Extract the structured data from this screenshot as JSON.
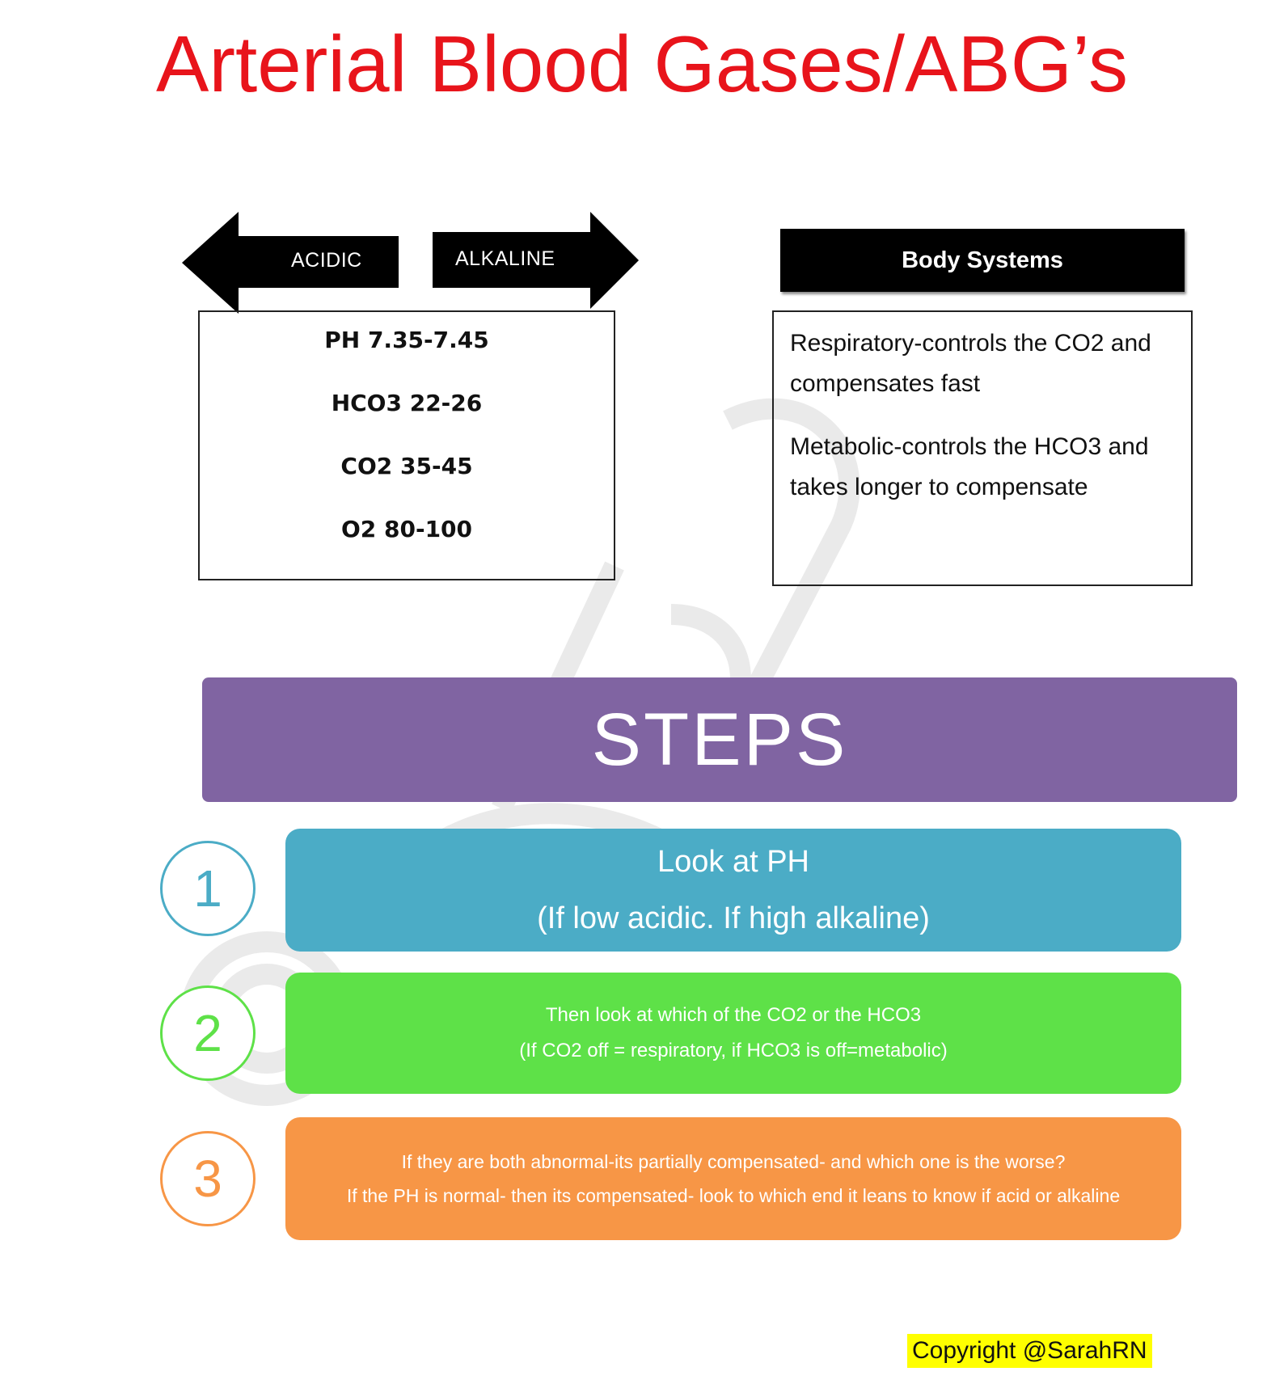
{
  "title": "Arterial Blood Gases/ABG’s",
  "arrows": {
    "left_label": "ACIDIC",
    "right_label": "ALKALINE"
  },
  "normal_values": [
    "PH 7.35-7.45",
    "HCO3 22-26",
    "CO2 35-45",
    "O2 80-100"
  ],
  "body_systems": {
    "header": "Body Systems",
    "paragraphs": [
      "Respiratory-controls the CO2 and compensates fast",
      "Metabolic-controls the HCO3 and takes longer to compensate"
    ]
  },
  "steps": {
    "header": "STEPS",
    "items": [
      {
        "number": "1",
        "color": "#4bacc6",
        "lines": [
          "Look at PH",
          "(If low acidic. If high alkaline)"
        ]
      },
      {
        "number": "2",
        "color": "#5ee148",
        "lines": [
          "Then look at which of the CO2 or the HCO3",
          "(If CO2 off = respiratory, if HCO3 is off=metabolic)"
        ]
      },
      {
        "number": "3",
        "color": "#f79646",
        "lines": [
          "If they are both abnormal-its partially compensated- and which one is the worse?",
          "If the PH is normal- then its compensated- look to which end it leans to  know if acid or alkaline"
        ]
      }
    ]
  },
  "copyright": "Copyright @SarahRN",
  "colors": {
    "title": "#e8141b",
    "steps_bar": "#8064a2",
    "highlight": "#ffff00"
  }
}
